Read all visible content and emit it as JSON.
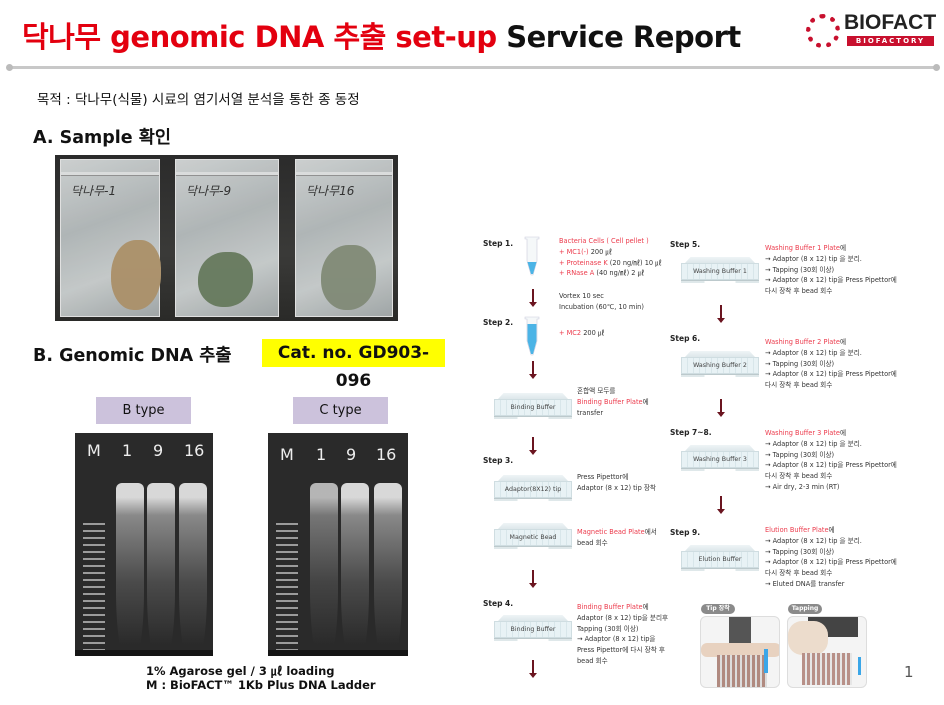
{
  "header": {
    "title_red": "닥나무 genomic DNA 추출 set-up",
    "title_black": " Service Report",
    "logo_name": "BIOFACT",
    "logo_sub": "BIOFACTORY"
  },
  "purpose": "목적 : 닥나무(식물) 시료의 염기서열 분석을 통한 종 동정",
  "section_a": "A.  Sample 확인",
  "section_b": "B.  Genomic DNA 추출",
  "cat_no": "Cat. no. GD903-096",
  "sample_photo": {
    "bag_labels": [
      "닥나무-1",
      "닥나무-9",
      "닥나무16"
    ]
  },
  "gels": [
    {
      "type_label": "B type",
      "lanes": [
        "M",
        "1",
        "9",
        "16"
      ]
    },
    {
      "type_label": "C type",
      "lanes": [
        "M",
        "1",
        "9",
        "16"
      ]
    }
  ],
  "caption": [
    "1% Agarose gel / 3 ㎕ loading",
    "M : BioFACT™ 1Kb Plus DNA Ladder"
  ],
  "page_number": "1",
  "protocol": {
    "step1": {
      "label": "Step 1.",
      "lines": [
        [
          [
            "Bacteria Cells ( Cell pellet )",
            1
          ]
        ],
        [
          [
            "+ MC1(-)",
            1
          ],
          [
            " 200 ㎕",
            0
          ]
        ],
        [
          [
            "+ Proteinase K",
            1
          ],
          [
            " (20 ng/㎖) 10 ㎕",
            0
          ]
        ],
        [
          [
            "+ RNase A",
            1
          ],
          [
            " (40 ng/㎖) 2 ㎕",
            0
          ]
        ]
      ]
    },
    "vortex": {
      "lines": [
        [
          [
            "Vortex 10 sec",
            0
          ]
        ],
        [
          [
            "Incubation (60℃, 10 min)",
            0
          ]
        ]
      ]
    },
    "step2": {
      "label": "Step 2.",
      "lines": [
        [
          [
            "+ MC2",
            1
          ],
          [
            " 200 ㎕",
            0
          ]
        ]
      ]
    },
    "binding1": {
      "plate": "Binding Buffer",
      "lines": [
        [
          [
            "혼합액 모두를",
            0
          ]
        ],
        [
          [
            "Binding Buffer Plate",
            1
          ],
          [
            "에",
            0
          ]
        ],
        [
          [
            "transfer",
            0
          ]
        ]
      ]
    },
    "step3": {
      "label": "Step 3.",
      "plate": "Adaptor(8X12) tip",
      "lines": [
        [
          [
            "Press Pipettor에",
            0
          ]
        ],
        [
          [
            "Adaptor (8 x 12) tip 장착",
            0
          ]
        ]
      ]
    },
    "magnetic": {
      "plate": "Magnetic Bead",
      "lines": [
        [
          [
            "Magnetic Bead Plate",
            1
          ],
          [
            "에서",
            0
          ]
        ],
        [
          [
            "bead 회수",
            0
          ]
        ]
      ]
    },
    "step4": {
      "label": "Step 4.",
      "plate": "Binding Buffer",
      "lines": [
        [
          [
            "Binding Buffer Plate",
            1
          ],
          [
            "에",
            0
          ]
        ],
        [
          [
            "Adaptor (8 x 12) tip을 분리후",
            0
          ]
        ],
        [
          [
            "Tapping (30회 이상)",
            0
          ]
        ],
        [
          [
            "→ Adaptor (8 x 12) tip을",
            0
          ]
        ],
        [
          [
            "Press Pipettor에 다시 장착 후",
            0
          ]
        ],
        [
          [
            "bead 회수",
            0
          ]
        ]
      ]
    },
    "step5": {
      "label": "Step 5.",
      "plate": "Washing Buffer 1",
      "lines": [
        [
          [
            "Washing Buffer 1 Plate",
            1
          ],
          [
            "에",
            0
          ]
        ],
        [
          [
            "→ Adaptor (8 x 12) tip 을 분리.",
            0
          ]
        ],
        [
          [
            "→ Tapping (30회 이상)",
            0
          ]
        ],
        [
          [
            "→ Adaptor (8 x 12) tip을 Press Pipettor에",
            0
          ]
        ],
        [
          [
            "다시 장착 후 bead 회수",
            0
          ]
        ]
      ]
    },
    "step6": {
      "label": "Step 6.",
      "plate": "Washing Buffer 2",
      "lines": [
        [
          [
            "Washing Buffer 2 Plate",
            1
          ],
          [
            "에",
            0
          ]
        ],
        [
          [
            "→ Adaptor (8 x 12) tip 을 분리.",
            0
          ]
        ],
        [
          [
            "→ Tapping (30회 이상)",
            0
          ]
        ],
        [
          [
            "→ Adaptor (8 x 12) tip을 Press Pipettor에",
            0
          ]
        ],
        [
          [
            "다시 장착 후 bead 회수",
            0
          ]
        ]
      ]
    },
    "step78": {
      "label": "Step 7~8.",
      "plate": "Washing Buffer 3",
      "lines": [
        [
          [
            "Washing Buffer 3 Plate",
            1
          ],
          [
            "에",
            0
          ]
        ],
        [
          [
            "→ Adaptor (8 x 12) tip 을 분리.",
            0
          ]
        ],
        [
          [
            "→ Tapping (30회 이상)",
            0
          ]
        ],
        [
          [
            "→ Adaptor (8 x 12) tip을 Press Pipettor에",
            0
          ]
        ],
        [
          [
            "다시 장착 후 bead 회수",
            0
          ]
        ],
        [
          [
            "→ Air dry, 2-3 min (RT)",
            0
          ]
        ]
      ]
    },
    "step9": {
      "label": "Step 9.",
      "plate": "Elution Buffer",
      "lines": [
        [
          [
            "Elution Buffer Plate",
            1
          ],
          [
            "에",
            0
          ]
        ],
        [
          [
            "→ Adaptor (8 x 12) tip 을 분리.",
            0
          ]
        ],
        [
          [
            "→ Tapping (30회 이상)",
            0
          ]
        ],
        [
          [
            "→ Adaptor (8 x 12) tip을 Press Pipettor에",
            0
          ]
        ],
        [
          [
            "다시 장착 후 bead 회수",
            0
          ]
        ],
        [
          [
            "→ Eluted DNA를 transfer",
            0
          ]
        ]
      ]
    },
    "photo_tags": [
      "Tip 장착",
      "Tapping"
    ]
  },
  "colors": {
    "title_red": "#e3000f",
    "highlight": "#ffff00",
    "type_label_bg": "#ccc2dc",
    "protocol_red": "#ec3b4c",
    "logo_red": "#c8102e"
  }
}
